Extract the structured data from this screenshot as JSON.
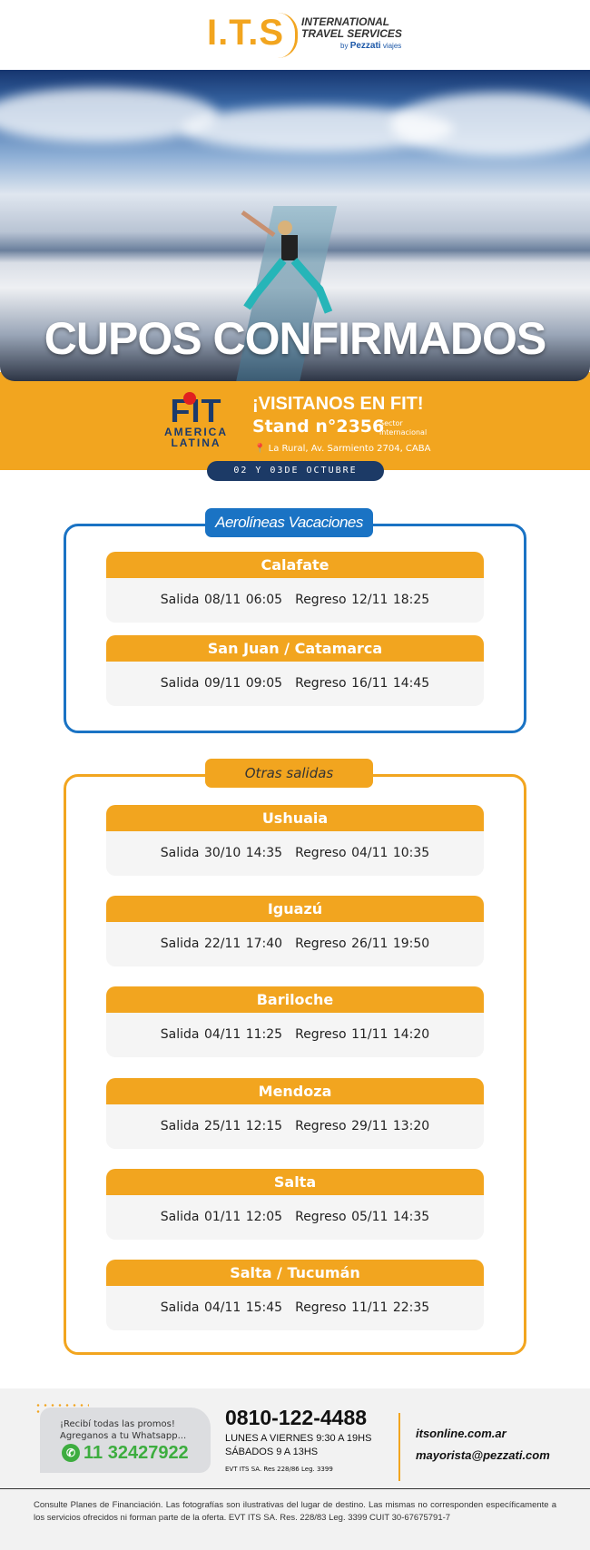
{
  "logo": {
    "mark": "I.T.S",
    "line1": "INTERNATIONAL",
    "line2": "TRAVEL SERVICES",
    "by": "by",
    "brand": "Pezzati",
    "brand_suffix": "viajes"
  },
  "hero": {
    "title": "CUPOS CONFIRMADOS"
  },
  "fit": {
    "logo_big": "FIT",
    "logo_line1": "AMERICA",
    "logo_line2": "LATINA",
    "headline": "¡VISITANOS EN FIT!",
    "stand": "Stand n°2356",
    "sector": "Sector internacional",
    "address": "La Rural, Av. Sarmiento 2704, CABA",
    "date": "02 Y 03DE OCTUBRE"
  },
  "aerolineas": {
    "label": "Aerolíneas Vacaciones",
    "trips": [
      {
        "destination": "Calafate",
        "departure": "Salida 08/11 06:05",
        "return": "Regreso 12/11 18:25"
      },
      {
        "destination": "San Juan / Catamarca",
        "departure": "Salida 09/11 09:05",
        "return": "Regreso 16/11 14:45"
      }
    ]
  },
  "otras": {
    "label": "Otras salidas",
    "trips": [
      {
        "destination": "Ushuaia",
        "departure": "Salida 30/10 14:35",
        "return": "Regreso 04/11 10:35"
      },
      {
        "destination": "Iguazú",
        "departure": "Salida 22/11 17:40",
        "return": "Regreso 26/11 19:50"
      },
      {
        "destination": "Bariloche",
        "departure": "Salida 04/11 11:25",
        "return": "Regreso 11/11 14:20"
      },
      {
        "destination": "Mendoza",
        "departure": "Salida 25/11 12:15",
        "return": "Regreso 29/11 13:20"
      },
      {
        "destination": "Salta",
        "departure": "Salida 01/11 12:05",
        "return": "Regreso 05/11 14:35"
      },
      {
        "destination": "Salta / Tucumán",
        "departure": "Salida 04/11 15:45",
        "return": "Regreso 11/11 22:35"
      }
    ]
  },
  "footer": {
    "wa_line1": "¡Recibí todas las promos!",
    "wa_line2": "Agreganos a tu Whatsapp...",
    "wa_number": "11 32427922",
    "phone": "0810-122-4488",
    "hours1": "LUNES A VIERNES 9:30 A 19HS",
    "hours2": "SÁBADOS 9 A 13HS",
    "evt": "EVT ITS SA. Res 228/86 Leg. 3399",
    "website": "itsonline.com.ar",
    "email": "mayorista@pezzati.com",
    "disclaimer": "Consulte Planes de Financiación. Las fotografías son ilustrativas del lugar de destino. Las mismas no corresponden específicamente a los servicios ofrecidos ni forman parte de la oferta. EVT ITS SA. Res. 228/83 Leg. 3399 CUIT 30-67675791-7"
  },
  "colors": {
    "orange": "#f2a51f",
    "blue": "#1a73c4",
    "navy": "#1c3a66",
    "whatsapp": "#3dad3f"
  }
}
